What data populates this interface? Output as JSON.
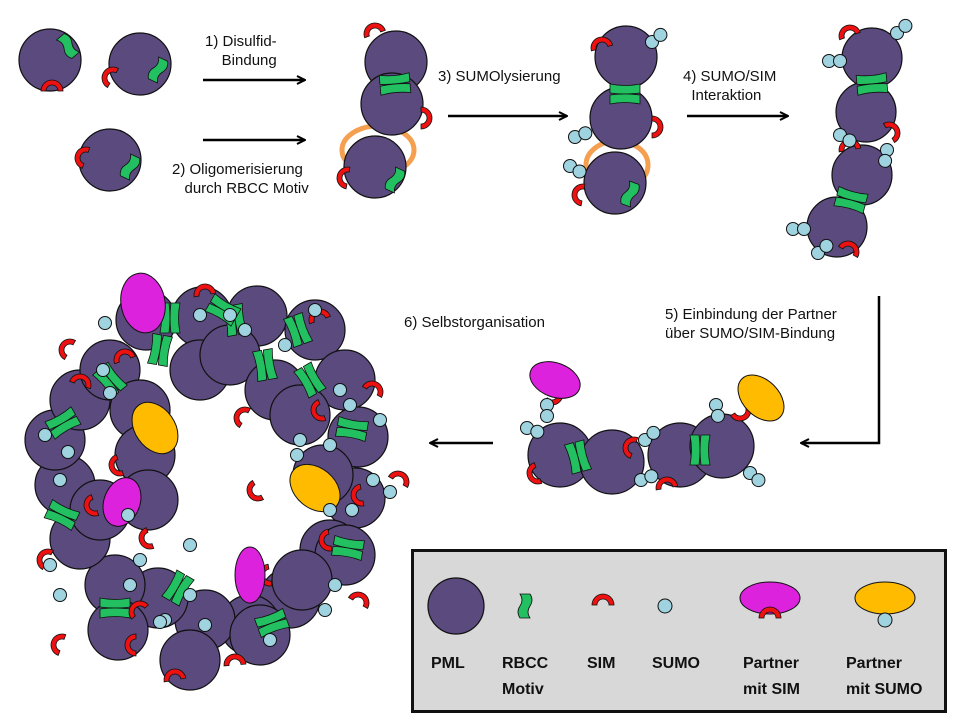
{
  "colors": {
    "pml": "#5b4a7e",
    "rbcc": "#22c060",
    "sim": "#ee1111",
    "sumo": "#9fd3e0",
    "partner_sim": "#dd22dd",
    "partner_sumo": "#ffbb00",
    "disulfide": "#f5a050",
    "legend_bg": "#d8d8d8"
  },
  "steps": {
    "s1": "1) Disulfid-\n    Bindung",
    "s2": "2) Oligomerisierung\n   durch RBCC Motiv",
    "s3": "3) SUMOlysierung",
    "s4": "4) SUMO/SIM\n  Interaktion",
    "s5": "5) Einbindung der Partner\nüber SUMO/SIM-Bindung",
    "s6": "6) Selbstorganisation"
  },
  "legend": [
    {
      "key": "pml",
      "label": "PML"
    },
    {
      "key": "rbcc",
      "label": "RBCC\nMotiv"
    },
    {
      "key": "sim",
      "label": "SIM"
    },
    {
      "key": "sumo",
      "label": "SUMO"
    },
    {
      "key": "partner_sim",
      "label": "Partner\nmit SIM"
    },
    {
      "key": "partner_sumo",
      "label": "Partner\nmit SUMO"
    }
  ]
}
